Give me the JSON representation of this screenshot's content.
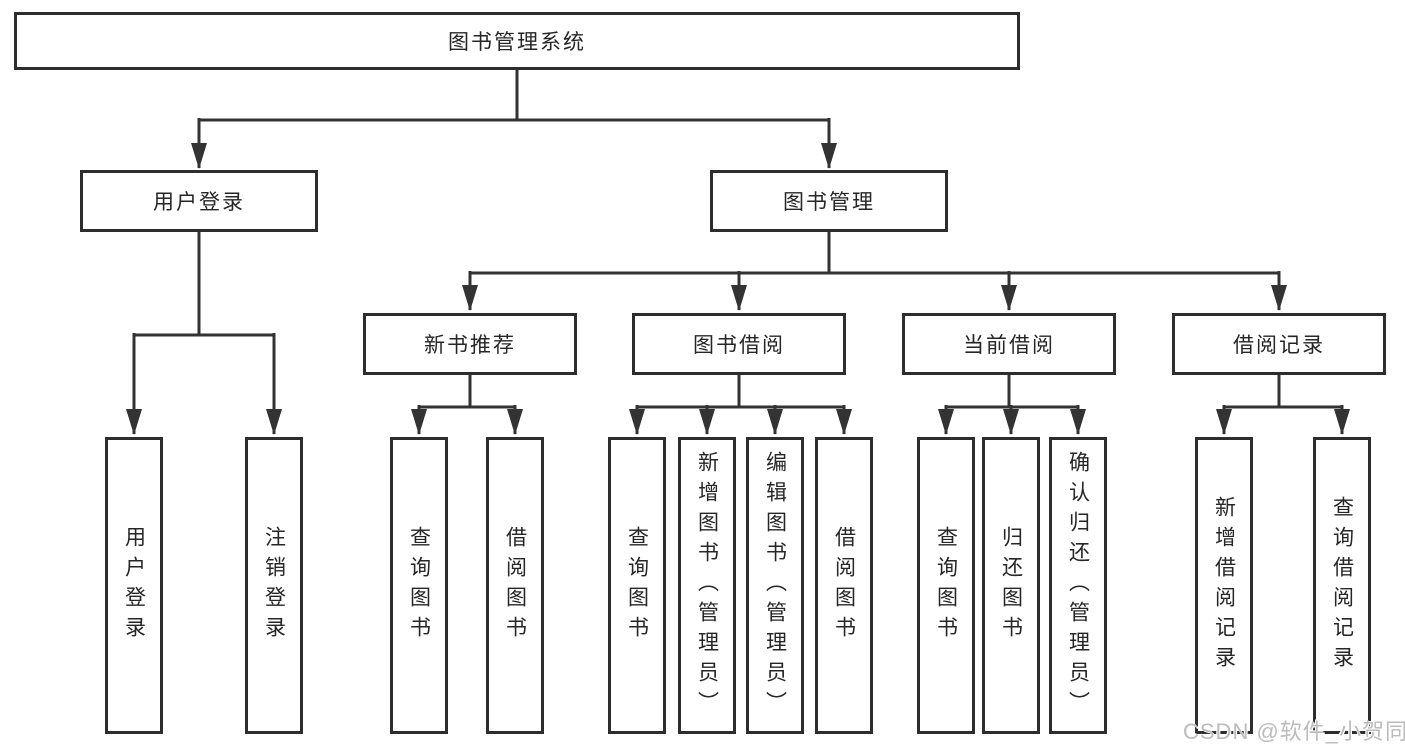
{
  "diagram": {
    "root": "图书管理系统",
    "user_login": {
      "label": "用户登录",
      "children": [
        "用户登录",
        "注销登录"
      ]
    },
    "book_management": {
      "label": "图书管理",
      "sections": [
        {
          "label": "新书推荐",
          "children": [
            "查询图书",
            "借阅图书"
          ]
        },
        {
          "label": "图书借阅",
          "children": [
            "查询图书",
            "新增图书（管理员）",
            "编辑图书（管理员）",
            "借阅图书"
          ]
        },
        {
          "label": "当前借阅",
          "children": [
            "查询图书",
            "归还图书",
            "确认归还（管理员）"
          ]
        },
        {
          "label": "借阅记录",
          "children": [
            "新增借阅记录",
            "查询借阅记录"
          ]
        }
      ]
    }
  },
  "watermark": "CSDN @软件_小贺同学",
  "colors": {
    "line": "#333333",
    "box_border": "#2d2d2d",
    "text": "#262626",
    "watermark": "#bcbcbc"
  }
}
